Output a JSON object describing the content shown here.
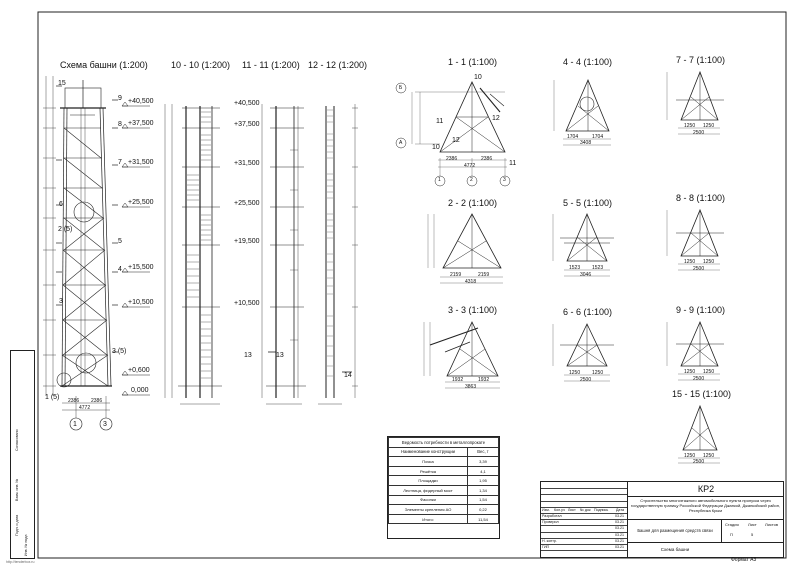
{
  "titles": {
    "tower": "Схема башни (1:200)",
    "s1010": "10 - 10 (1:200)",
    "s1111": "11 - 11  (1:200)",
    "s1212": "12 - 12  (1:200)",
    "s11": "1 - 1 (1:100)",
    "s22": "2 - 2 (1:100)",
    "s33": "3 - 3 (1:100)",
    "s44": "4 - 4 (1:100)",
    "s55": "5 - 5 (1:100)",
    "s66": "6 - 6 (1:100)",
    "s77": "7 - 7 (1:100)",
    "s88": "8 - 8 (1:100)",
    "s99": "9 - 9 (1:100)",
    "s1515": "15 - 15 (1:100)"
  },
  "elevations": [
    "+40,500",
    "+37,500",
    "+31,500",
    "+25,500",
    "+15,500",
    "+10,500",
    "+0,600",
    "0,000"
  ],
  "elevations_mid": [
    "+40,500",
    "+37,500",
    "+31,500",
    "+25,500",
    "+19,500",
    "+10,500"
  ],
  "tower_marks": [
    "15",
    "9",
    "8",
    "7",
    "6",
    "5",
    "4",
    "3",
    "2 (5)",
    "3 (5)",
    "1 (5)",
    "1",
    "3"
  ],
  "tower_dims": [
    "2386",
    "2386",
    "4772"
  ],
  "s11_dims": [
    "2386",
    "2386",
    "4772"
  ],
  "s11_axes": [
    "1",
    "2",
    "3",
    "А",
    "Б"
  ],
  "s11_marks": [
    "10",
    "11",
    "12",
    "12",
    "11",
    "10"
  ],
  "s22_dims": [
    "2159",
    "2159",
    "4318"
  ],
  "s33_dims": [
    "1932",
    "1932",
    "3863"
  ],
  "s44_dims": [
    "1704",
    "1704",
    "3408"
  ],
  "s55_dims": [
    "1523",
    "1523",
    "3046"
  ],
  "s66_dims": [
    "1250",
    "1250",
    "2500"
  ],
  "s77_dims": [
    "1250",
    "1250",
    "2500"
  ],
  "s88_dims": [
    "1250",
    "1250",
    "2500"
  ],
  "s99_dims": [
    "1250",
    "1250",
    "2500"
  ],
  "s1515_dims": [
    "1250",
    "1250",
    "2500"
  ],
  "section_marks": [
    "13",
    "13",
    "14"
  ],
  "spec": {
    "title": "Ведомость потребности в металлопрокате",
    "col_name": "Наименование конструкции",
    "col_weight": "Вес, т",
    "rows": [
      {
        "name": "Пояса",
        "weight": "3,39"
      },
      {
        "name": "Решётка",
        "weight": "4,1"
      },
      {
        "name": "Площадки",
        "weight": "1,95"
      },
      {
        "name": "Лестница, фидерный мост",
        "weight": "1,34"
      },
      {
        "name": "Фасонки",
        "weight": "1,54"
      },
      {
        "name": "Элементы крепления АО",
        "weight": "0,22"
      },
      {
        "name": "Итого:",
        "weight": "11,54"
      }
    ]
  },
  "stamp": {
    "code": "КР2",
    "description": "Строительство многоэтажного автомобильного пункта пропуска через государственную границу Российской Федерации Джанкой, Джанкойский район, Республика Крым",
    "object": "Башня для размещения средств связи",
    "sheet_name": "Схема башни",
    "stage_label": "Стадия",
    "sheet_label": "Лист",
    "sheets_label": "Листов",
    "stage_value": "П",
    "sheet_value": "5",
    "header": [
      "Изм.",
      "Кол.уч",
      "Лист",
      "№ док",
      "Подпись",
      "Дата"
    ],
    "roles": [
      "Разработал",
      "Проверил",
      "",
      "Н. контр.",
      "ГИП"
    ],
    "date": "03.21",
    "format": "Формат А3"
  },
  "side_stamp": [
    "Согласовано",
    "Взам. инв. №",
    "Подп. и дата",
    "Инв. № подл."
  ],
  "watermark": "http://tenderbox.ru"
}
